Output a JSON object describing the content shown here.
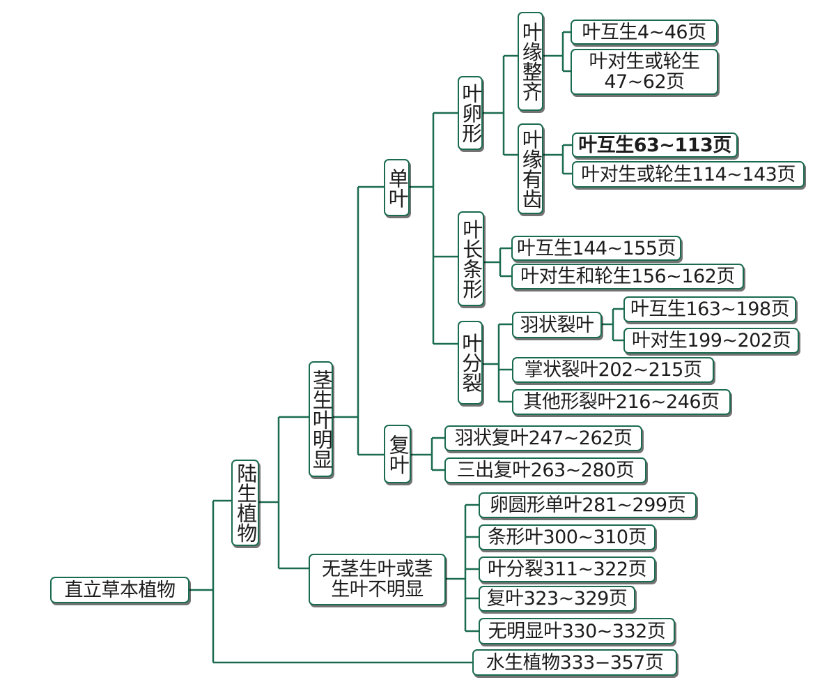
{
  "nodes": {
    "root": "直立草本植物",
    "land": "陆生植物",
    "aquatic": "水生植物333−357页",
    "stem_leaf_visible": "茎生叶明显",
    "no_stem_leaf": "无茎生叶或茎生叶不明显",
    "simple_leaf": "单叶",
    "compound_leaf": "复叶",
    "ovate": "叶卵形",
    "margin_entire": "叶缘整齐",
    "margin_toothed": "叶缘有齿",
    "linear": "叶长条形",
    "divided": "叶分裂",
    "pinnate_lobed": "羽状裂叶"
  },
  "leaves": {
    "entire_alternate": "叶互生4~46页",
    "entire_opposite_line1": "叶对生或轮生",
    "entire_opposite_line2": "47~62页",
    "toothed_alternate": "叶互生63~113页",
    "toothed_opposite": "叶对生或轮生114~143页",
    "linear_alternate": "叶互生144~155页",
    "linear_opposite": "叶对生和轮生156~162页",
    "pinnate_alternate": "叶互生163~198页",
    "pinnate_opposite": "叶对生199~202页",
    "palmate_lobed": "掌状裂叶202~215页",
    "other_lobed": "其他形裂叶216~246页",
    "pinnate_compound": "羽状复叶247~262页",
    "ternate_compound": "三出复叶263~280页",
    "ovate_simple": "卵圆形单叶281~299页",
    "linear_leaf": "条形叶300~310页",
    "divided_leaf": "叶分裂311~322页",
    "compound": "复叶323~329页",
    "no_obvious_leaf": "无明显叶330~332页"
  },
  "colors": {
    "line": "#1a6b50",
    "border": "#1a6b50",
    "text": "#1c1c1c"
  }
}
